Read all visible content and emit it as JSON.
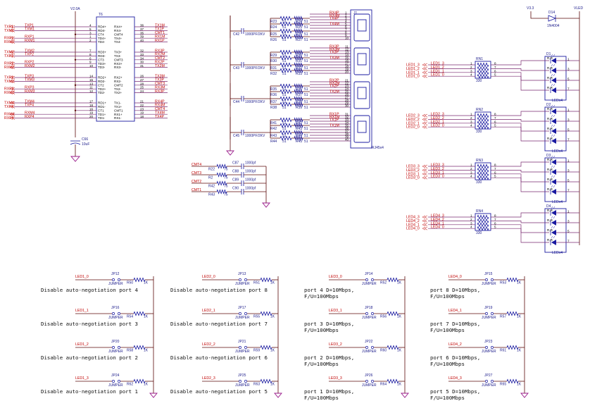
{
  "transformer": {
    "ref": "T6",
    "supply": "V2.0A",
    "left_pins": [
      "RD4+",
      "RD4-",
      "CT4",
      "TD4+",
      "TD4-",
      "RD3+",
      "RD3-",
      "CT3",
      "TD3+",
      "TD3-",
      "RD2+",
      "RD2-",
      "CT2",
      "TD2+",
      "TD2-",
      "RD1+",
      "RD1-",
      "CT1",
      "TD1+",
      "TD1-"
    ],
    "left_nums": [
      "4",
      "5",
      "3",
      "1",
      "2",
      "7",
      "8",
      "6",
      "9",
      "10",
      "14",
      "15",
      "13",
      "11",
      "12",
      "17",
      "18",
      "16",
      "19",
      "20"
    ],
    "right_pins": [
      "RX4+",
      "RX4-",
      "CMT4",
      "TX4+",
      "TX4-",
      "TX3+",
      "TX3-",
      "CMT3",
      "RX3+",
      "RX3-",
      "RX2+",
      "RX2-",
      "CMT2",
      "TX2-",
      "TX2+",
      "TX1-",
      "TX1+",
      "CMT1",
      "RX1+",
      "RX1-"
    ],
    "right_nums": [
      "36",
      "37",
      "35",
      "39",
      "40",
      "32",
      "33",
      "34",
      "30",
      "31",
      "26",
      "27",
      "28",
      "25",
      "24",
      "21",
      "22",
      "23",
      "19",
      "18"
    ],
    "left_nets": [
      "TXP1",
      "TXM1",
      "",
      "RXP1",
      "RXM1",
      "TXM2",
      "TXP2",
      "",
      "RXP2",
      "RXM2",
      "TXP3",
      "TXM3",
      "",
      "RXP3",
      "RXM3",
      "TXM4",
      "TXP4",
      "",
      "RXM4",
      "RXP4"
    ],
    "right_nets": [
      "TX1M",
      "TX1P",
      "CMT1",
      "RX1M",
      "RX1P",
      "RX3P",
      "RX2M",
      "CMT2",
      "RX2P",
      "TX2M",
      "TX3M",
      "TX3P",
      "CMT3",
      "RX3M",
      "RX3P",
      "RX4P",
      "RX4M",
      "CMT4",
      "TX4M",
      "TX4P"
    ],
    "cap_ref": "C66",
    "cap_val": "10uF"
  },
  "rj45": {
    "ref": "J1",
    "part": "RJ45x4",
    "nets_top": [
      "RX4P",
      "RX4M",
      "TX4P",
      "",
      "TX4M"
    ],
    "nets_2": [
      "RX3P",
      "RX3M",
      "TX3P",
      "",
      "TX3M"
    ],
    "nets_3": [
      "RX2P",
      "RX2M",
      "TX2P",
      "",
      "TX2M"
    ],
    "nets_4": [
      "RX1P",
      "RX1M",
      "TX1P",
      "",
      "TX1M"
    ],
    "cap_refs": [
      "C42",
      "C43",
      "C44",
      "C45"
    ],
    "cap_val": "1000PF/2KV",
    "res_refs": [
      "R23",
      "R24",
      "R25",
      "R26",
      "R27",
      "R28",
      "R29",
      "R30",
      "R31",
      "R32",
      "R33",
      "R34",
      "R35",
      "R36",
      "R37",
      "R38",
      "R39",
      "R40",
      "R41",
      "R42",
      "R43",
      "R44",
      "R45",
      "R46",
      "R47",
      "R48",
      "R49"
    ],
    "res_val": "51"
  },
  "cmt_block": {
    "nets": [
      "CMT4",
      "CMT3",
      "CMT2",
      "CMT1"
    ],
    "res_refs": [
      "R22",
      "R2",
      "R42",
      "R43"
    ],
    "res_val": "75",
    "cap_refs": [
      "C87",
      "C88",
      "C89",
      "C90"
    ],
    "cap_val": "1000pf"
  },
  "leds": {
    "supply_left": "V3.3",
    "supply_right": "VLED",
    "diode_ref": "D14",
    "diode_part": "1N4004",
    "groups": [
      {
        "nets": [
          "LED1_3",
          "LED1_2",
          "LED1_1",
          "LED1_0"
        ],
        "rn": "RN1",
        "rn_val": "330",
        "ref": "D1",
        "part": "LEDx4"
      },
      {
        "nets": [
          "LED2_3",
          "LED2_2",
          "LED2_1",
          "LED2_0"
        ],
        "rn": "RN2",
        "rn_val": "330",
        "ref": "D2",
        "part": "LEDx4"
      },
      {
        "nets": [
          "LED3_3",
          "LED3_2",
          "LED3_1",
          "LED3_0"
        ],
        "rn": "RN3",
        "rn_val": "330",
        "ref": "D3",
        "part": "LEDx4"
      },
      {
        "nets": [
          "LED4_3",
          "LED4_2",
          "LED4_1",
          "LED4_0"
        ],
        "rn": "RN4",
        "rn_val": "330",
        "ref": "D4",
        "part": "LEDx4"
      }
    ]
  },
  "jumpers": {
    "part": "JUMPER",
    "res_val": "1K",
    "columns": [
      {
        "rows": [
          {
            "net": "LED1_0",
            "jp": "JP12",
            "r": "R50",
            "note": "Disable auto-negotiation port 4"
          },
          {
            "net": "LED1_1",
            "jp": "JP16",
            "r": "R54",
            "note": "Disable auto-negotiation port 3"
          },
          {
            "net": "LED1_2",
            "jp": "JP20",
            "r": "R58",
            "note": "Disable auto-negotiation port 2"
          },
          {
            "net": "LED1_3",
            "jp": "JP24",
            "r": "R62",
            "note": "Disable auto-negotiation port 1"
          }
        ]
      },
      {
        "rows": [
          {
            "net": "LED2_0",
            "jp": "JP13",
            "r": "R51",
            "note": "Disable auto-negotiation port 8"
          },
          {
            "net": "LED2_1",
            "jp": "JP17",
            "r": "R55",
            "note": "Disable auto-negotiation port 7"
          },
          {
            "net": "LED2_2",
            "jp": "JP21",
            "r": "R59",
            "note": "Disable auto-negotiation port 6"
          },
          {
            "net": "LED2_3",
            "jp": "JP25",
            "r": "R63",
            "note": "Disable auto-negotiation port 5"
          }
        ]
      },
      {
        "rows": [
          {
            "net": "LED3_0",
            "jp": "JP14",
            "r": "R52",
            "note": "port 4 D=10Mbps,",
            "note2": "F/U=100Mbps"
          },
          {
            "net": "LED3_1",
            "jp": "JP18",
            "r": "R56",
            "note": "port 3 D=10Mbps,",
            "note2": "F/U=100Mbps"
          },
          {
            "net": "LED3_2",
            "jp": "JP22",
            "r": "R60",
            "note": "port 2 D=10Mbps,",
            "note2": "F/U=100Mbps"
          },
          {
            "net": "LED3_3",
            "jp": "JP26",
            "r": "R64",
            "note": "port 1 D=10Mbps,",
            "note2": "F/U=100Mbps"
          }
        ]
      },
      {
        "rows": [
          {
            "net": "LED4_0",
            "jp": "JP15",
            "r": "R53",
            "note": "port 8 D=10Mbps,",
            "note2": "F/U=100Mbps"
          },
          {
            "net": "LED4_1",
            "jp": "JP19",
            "r": "R57",
            "note": "port 7 D=10Mbps,",
            "note2": "F/U=100Mbps"
          },
          {
            "net": "LED4_2",
            "jp": "JP23",
            "r": "R61",
            "note": "port 6 D=10Mbps,",
            "note2": "F/U=100Mbps"
          },
          {
            "net": "LED4_3",
            "jp": "JP27",
            "r": "R65",
            "note": "port 5 D=10Mbps,",
            "note2": "F/U=100Mbps"
          }
        ]
      }
    ]
  }
}
